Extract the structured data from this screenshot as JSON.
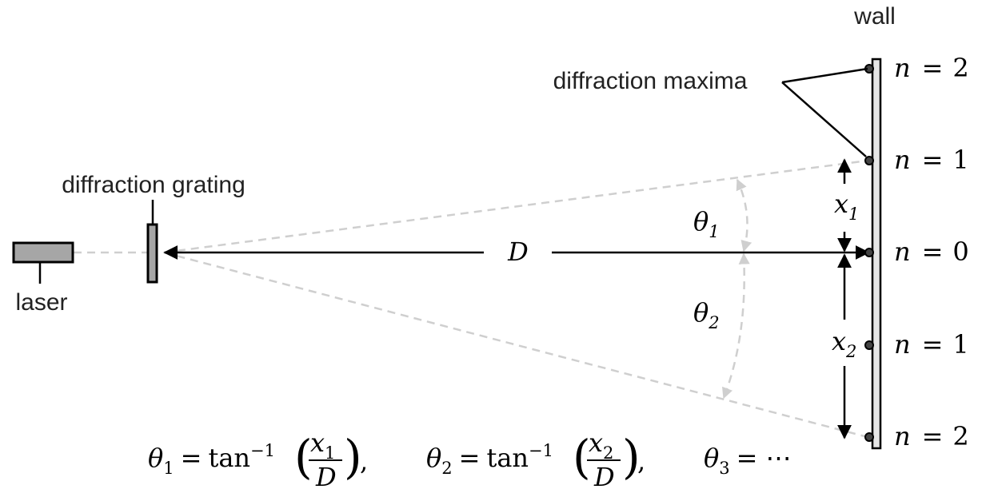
{
  "labels": {
    "wall": "wall",
    "diffraction_maxima": "diffraction maxima",
    "diffraction_grating": "diffraction grating",
    "laser": "laser"
  },
  "symbols": {
    "distance": "D",
    "theta": "θ",
    "x": "x",
    "n_prefix": "n",
    "equals": "=",
    "tan": "tan",
    "inverse": "−1",
    "ellipsis": "⋯",
    "comma": ","
  },
  "orders": [
    {
      "n": "2"
    },
    {
      "n": "1"
    },
    {
      "n": "0"
    },
    {
      "n": "1"
    },
    {
      "n": "2"
    }
  ],
  "subscripts": {
    "theta_top": "1",
    "theta_bottom": "2",
    "x_top": "1",
    "x_bottom": "2"
  },
  "formulas": [
    {
      "theta_sub": "1",
      "x_sub": "1",
      "denominator": "D"
    },
    {
      "theta_sub": "2",
      "x_sub": "2",
      "denominator": "D"
    },
    {
      "theta_sub": "3"
    }
  ],
  "colors": {
    "dashed_beam": "#cfcfcf",
    "laser_fill": "#a6a6a6",
    "wall_fill": "#e6e6e6",
    "stroke": "#000000"
  }
}
